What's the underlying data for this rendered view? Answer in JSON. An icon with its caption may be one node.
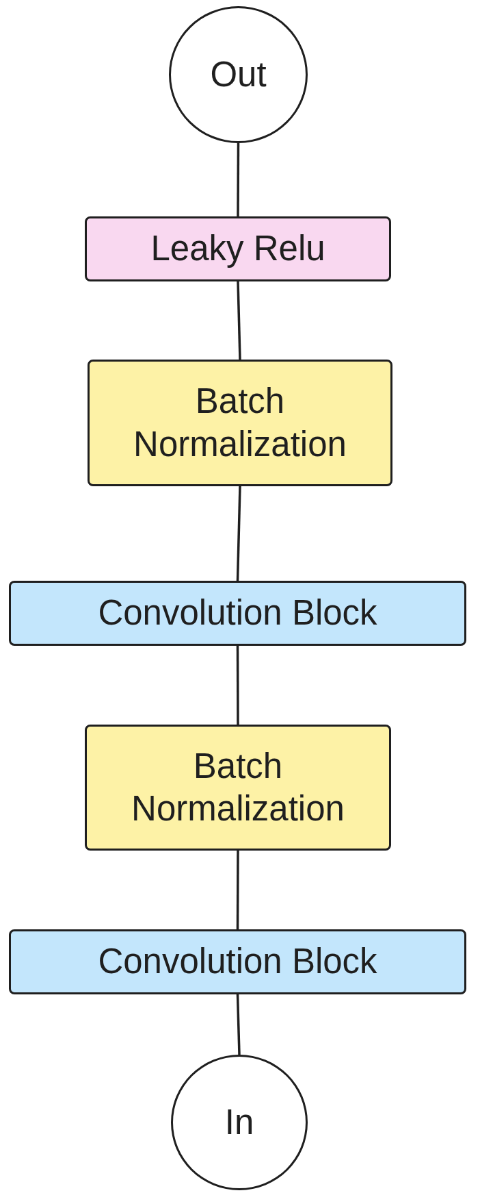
{
  "diagram": {
    "nodes": [
      {
        "text": [
          "Out"
        ]
      },
      {
        "text": [
          "Leaky Relu"
        ]
      },
      {
        "text": [
          "Batch Normalization"
        ]
      },
      {
        "text": [
          "Convolution Block"
        ]
      },
      {
        "text": [
          "Batch Normalization"
        ]
      },
      {
        "text": [
          "Convolution Block"
        ]
      },
      {
        "text": [
          "In"
        ]
      }
    ],
    "edges": [
      {
        "from": 6,
        "to": 5,
        "arrow": "none"
      },
      {
        "from": 5,
        "to": 4,
        "arrow": "none"
      },
      {
        "from": 4,
        "to": 3,
        "arrow": "none"
      },
      {
        "from": 3,
        "to": 2,
        "arrow": "none"
      },
      {
        "from": 2,
        "to": 1,
        "arrow": "none"
      },
      {
        "from": 1,
        "to": 0,
        "arrow": "none"
      }
    ]
  }
}
